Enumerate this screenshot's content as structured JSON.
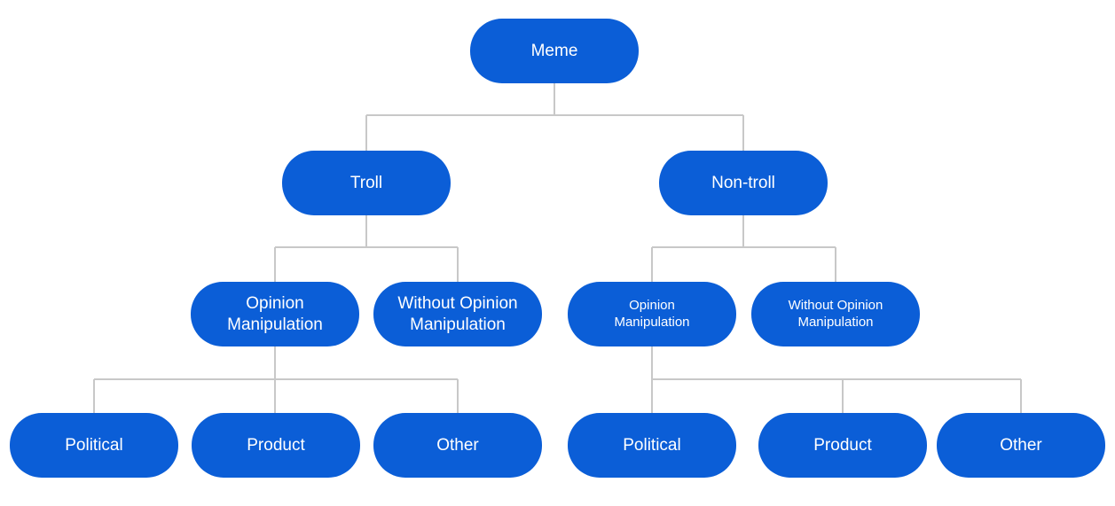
{
  "diagram": {
    "node_color": "#0b5ed7",
    "edge_color": "#c8c8c8",
    "nodes": {
      "meme": "Meme",
      "troll": "Troll",
      "non_troll": "Non-troll",
      "troll_opinion": "Opinion\nManipulation",
      "troll_without": "Without Opinion\nManipulation",
      "nontroll_opinion": "Opinion\nManipulation",
      "nontroll_without": "Without Opinion\nManipulation",
      "troll_political": "Political",
      "troll_product": "Product",
      "troll_other": "Other",
      "nontroll_political": "Political",
      "nontroll_product": "Product",
      "nontroll_other": "Other"
    }
  }
}
